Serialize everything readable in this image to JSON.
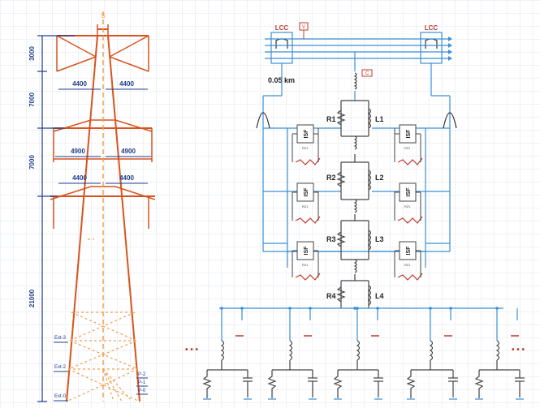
{
  "tower": {
    "heights": [
      "3000",
      "7000",
      "7000",
      "21000"
    ],
    "widths_top": [
      "4400",
      "4400"
    ],
    "widths_mid": [
      "4900",
      "4900"
    ],
    "widths_low": [
      "4400",
      "4400"
    ],
    "earth_labels": [
      "Ext-3",
      "Ext-2",
      "Ext-0"
    ],
    "phase_labels": [
      "P-2",
      "P-1",
      "P-0"
    ],
    "top_marker": "S"
  },
  "circuit": {
    "lcc_left": "LCC",
    "lcc_right": "LCC",
    "voltage_probe": "V",
    "current_probe": "C",
    "length_label": "0.05 km",
    "resistors": [
      "R1",
      "R2",
      "R3",
      "R4"
    ],
    "inductors": [
      "L1",
      "L2",
      "L3",
      "L4"
    ],
    "isf_label": "ISF",
    "varistor_label": "R21",
    "ellipsis_left": "• • •",
    "ellipsis_right": "• • •"
  },
  "colors": {
    "tower": "#d9531e",
    "tower_dashed": "#f0a050",
    "dim": "#1e3c8c",
    "wire": "#3a8fd6",
    "component": "#444444",
    "accent_red": "#c0392b"
  }
}
